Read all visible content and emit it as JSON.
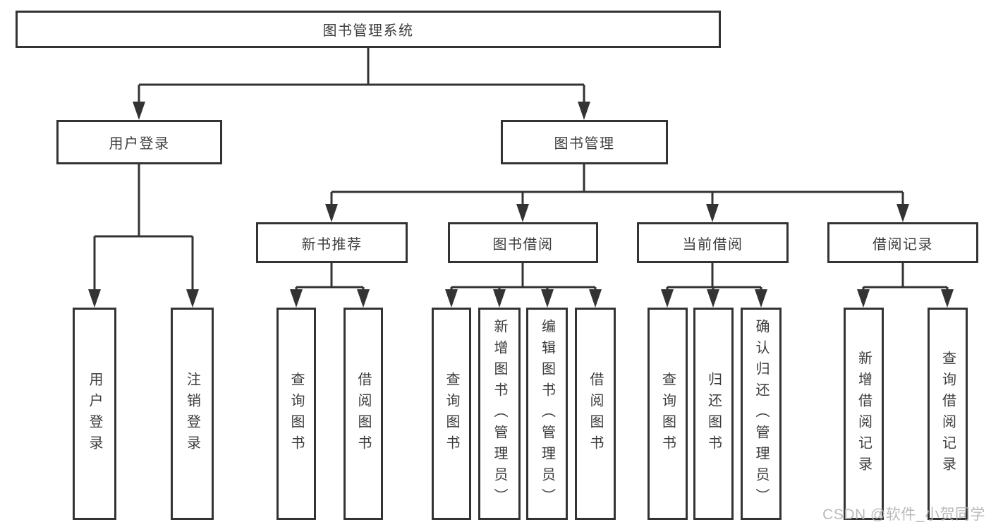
{
  "diagram": {
    "root": {
      "label": "图书管理系统"
    },
    "level2": [
      {
        "label": "用户登录"
      },
      {
        "label": "图书管理"
      }
    ],
    "level3": [
      {
        "label": "新书推荐"
      },
      {
        "label": "图书借阅"
      },
      {
        "label": "当前借阅"
      },
      {
        "label": "借阅记录"
      }
    ],
    "leaves": [
      {
        "label": "用户登录"
      },
      {
        "label": "注销登录"
      },
      {
        "label": "查询图书"
      },
      {
        "label": "借阅图书"
      },
      {
        "label": "查询图书"
      },
      {
        "label": "新增图书（管理员）"
      },
      {
        "label": "编辑图书（管理员）"
      },
      {
        "label": "借阅图书"
      },
      {
        "label": "查询图书"
      },
      {
        "label": "归还图书"
      },
      {
        "label": "确认归还（管理员）"
      },
      {
        "label": "新增借阅记录"
      },
      {
        "label": "查询借阅记录"
      }
    ]
  },
  "watermark": {
    "text": "CSDN @软件_小贺同学"
  },
  "colors": {
    "line": "#333333",
    "text": "#3d3d3d",
    "box_bg": "#ffffff",
    "watermark": "#b5b5b5"
  }
}
